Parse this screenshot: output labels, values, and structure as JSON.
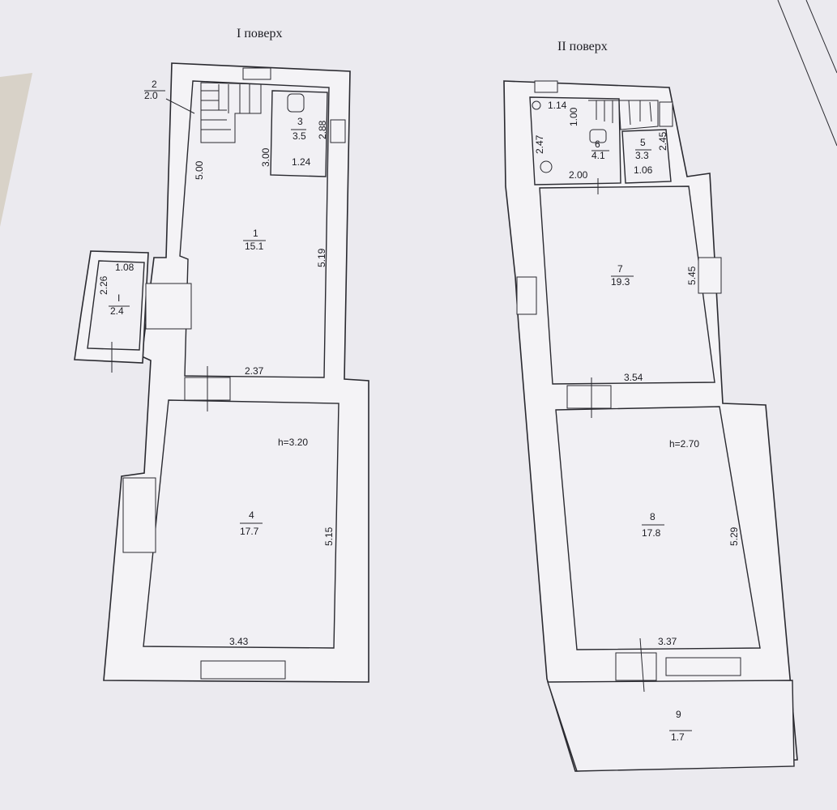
{
  "floor1": {
    "title": "I поверх",
    "height": "h=3.20",
    "rooms": [
      {
        "num": "1",
        "area": "15.1"
      },
      {
        "num": "2",
        "area": "2.0"
      },
      {
        "num": "3",
        "area": "3.5"
      },
      {
        "num": "4",
        "area": "17.7"
      },
      {
        "num": "I",
        "area": "2.4"
      }
    ],
    "dims": [
      "5.00",
      "2.88",
      "3.00",
      "1.24",
      "5.19",
      "2.37",
      "1.08",
      "2.26",
      "5.15",
      "3.43"
    ]
  },
  "floor2": {
    "title": "II поверх",
    "height": "h=2.70",
    "rooms": [
      {
        "num": "5",
        "area": "3.3"
      },
      {
        "num": "6",
        "area": "4.1"
      },
      {
        "num": "7",
        "area": "19.3"
      },
      {
        "num": "8",
        "area": "17.8"
      },
      {
        "num": "9",
        "area": "1.7"
      }
    ],
    "dims": [
      "1.14",
      "1.00",
      "2.47",
      "2.45",
      "2.00",
      "1.06",
      "5.45",
      "3.54",
      "5.29",
      "3.37"
    ]
  }
}
